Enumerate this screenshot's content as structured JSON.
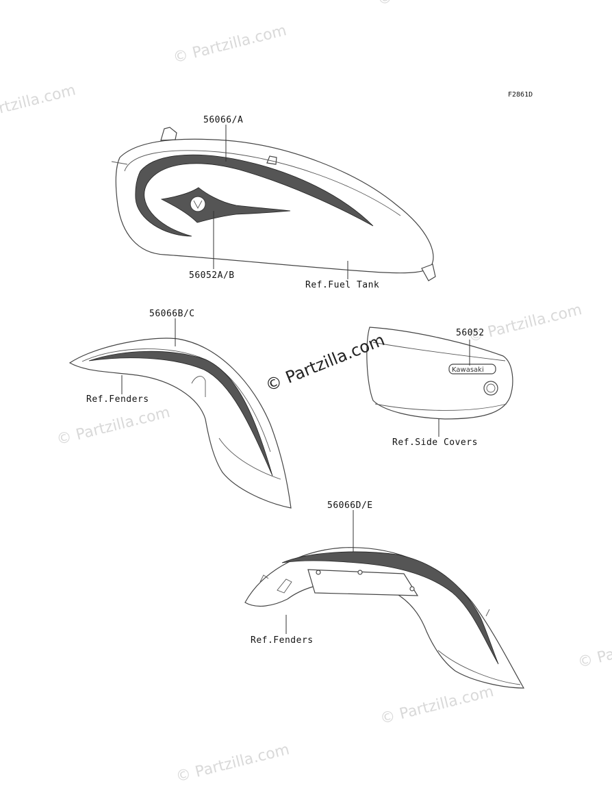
{
  "diagram_code": "F2861D",
  "watermark": "© Partzilla.com",
  "emblem_text": "Kawasaki",
  "callouts": {
    "tank_stripe": "56066/A",
    "tank_emblem": "56052A/B",
    "tank_ref": "Ref.Fuel Tank",
    "front_fender_stripe": "56066B/C",
    "front_fender_ref": "Ref.Fenders",
    "side_cover_emblem": "56052",
    "side_cover_ref": "Ref.Side Covers",
    "rear_fender_stripe": "56066D/E",
    "rear_fender_ref": "Ref.Fenders"
  },
  "colors": {
    "line": "#444444",
    "stripe": "#555555",
    "watermark": "#d9d9d9"
  }
}
